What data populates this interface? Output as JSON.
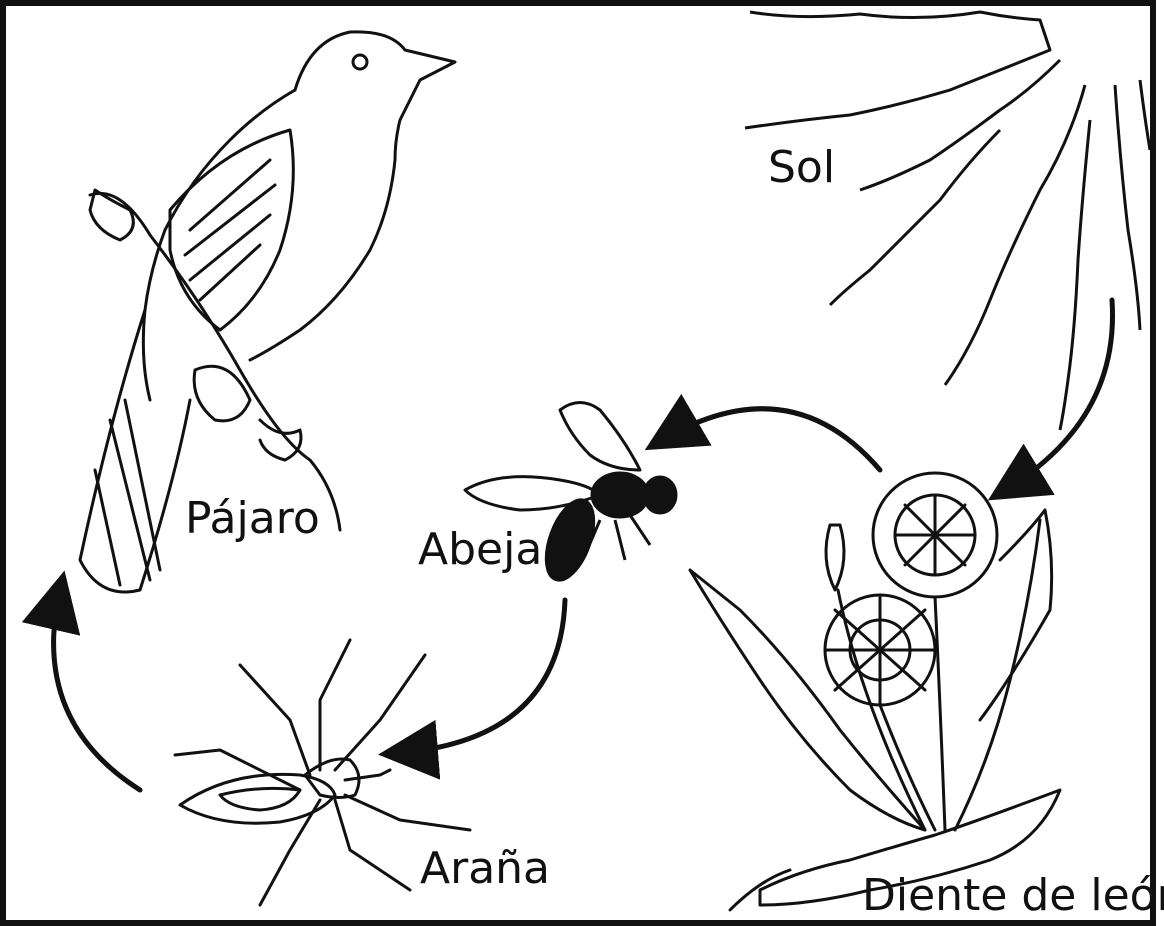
{
  "labels": {
    "sun": "Sol",
    "bird": "Pájaro",
    "bee": "Abeja",
    "spider": "Araña",
    "dandelion": "Diente de león"
  },
  "icons": {
    "sun": "sun-icon",
    "bird": "bird-icon",
    "bee": "bee-icon",
    "spider": "spider-icon",
    "dandelion": "dandelion-icon"
  },
  "colors": {
    "ink": "#111111",
    "background": "#ffffff"
  }
}
